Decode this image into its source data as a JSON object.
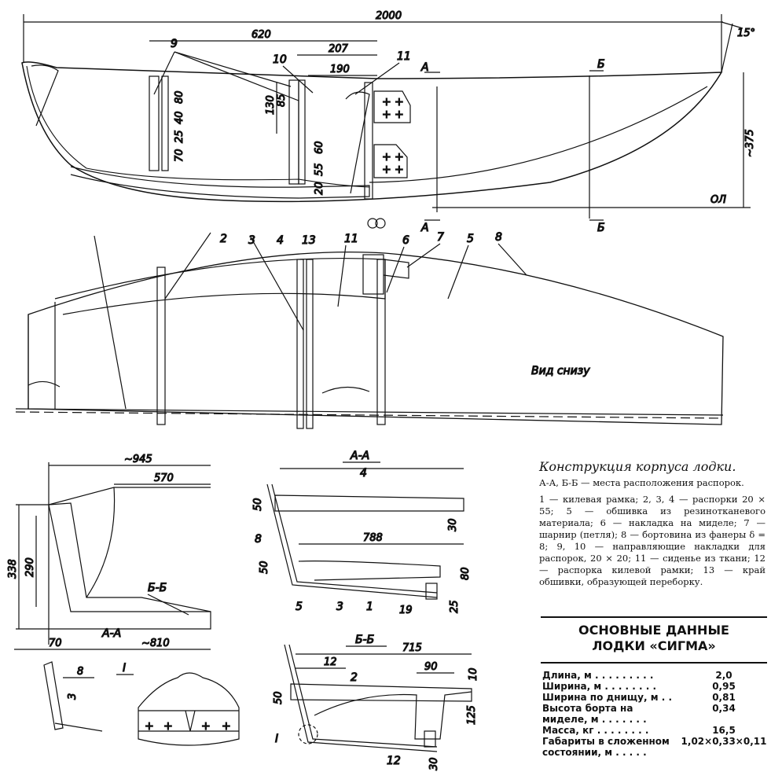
{
  "dimensions": {
    "total_length": "2000",
    "d620": "620",
    "d207": "207",
    "d190": "190",
    "height375": "~375",
    "angle": "15°",
    "ol": "ОЛ",
    "d130": "130",
    "d85": "85",
    "d80": "80",
    "d40": "40",
    "d25": "25",
    "d70v": "70",
    "d60": "60",
    "d55": "55",
    "d20": "20",
    "w945": "~945",
    "w570": "570",
    "h338": "338",
    "h290": "290",
    "w70": "70",
    "w810": "~810",
    "aa_50": "50",
    "aa_30": "30",
    "aa_788": "788",
    "aa_50b": "50",
    "aa_80": "80",
    "aa_25": "25",
    "aa_19": "19",
    "bb_715": "715",
    "bb_12": "12",
    "bb_90": "90",
    "bb_10": "10",
    "bb_50": "50",
    "bb_125": "125",
    "bb_30": "30",
    "det_8": "8",
    "det_3": "3"
  },
  "labels": {
    "n1": "1",
    "n2": "2",
    "n3": "3",
    "n4": "4",
    "n5": "5",
    "n6": "6",
    "n7": "7",
    "n8": "8",
    "n9": "9",
    "n10": "10",
    "n11": "11",
    "n12": "12",
    "n13": "13",
    "sec_a": "А",
    "sec_b": "Б",
    "view_bottom": "Вид снизу",
    "aa_title": "А-А",
    "bb_title": "Б-Б",
    "plan_bb": "Б-Б",
    "plan_aa": "А-А",
    "detail_i": "I"
  },
  "caption": {
    "title": "Конструкция корпуса лодки.",
    "sections_note": "А-А, Б-Б — места расположения распорок.",
    "legend": "1 — килевая рамка; 2, 3, 4 — распорки 20 × 55; 5 — обшивка из резинотканевого материала; 6 — накладка на миделе; 7 — шарнир (петля); 8 — бортовина из фанеры δ = 8; 9, 10 — направляющие накладки для распорок, 20 × 20; 11 — сиденье из ткани; 12 — распорка килевой рамки; 13 — край обшивки, образующей переборку."
  },
  "data_title": {
    "line1": "ОСНОВНЫЕ ДАННЫЕ",
    "line2": "ЛОДКИ «СИГМА»"
  },
  "specs": [
    {
      "name": "Длина, м . . . . . . . . .",
      "value": "2,0"
    },
    {
      "name": "Ширина, м . . . . . . . .",
      "value": "0,95"
    },
    {
      "name": "Ширина по днищу, м . .",
      "value": "0,81"
    },
    {
      "name": "Высота борта на миделе, м . . . . . . .",
      "value": "0,34"
    },
    {
      "name": "Масса, кг . . . . . . . .",
      "value": "16,5"
    },
    {
      "name": "Габариты в сложенном состоянии, м . . . . .",
      "value": "1,02×0,33×0,11"
    }
  ]
}
